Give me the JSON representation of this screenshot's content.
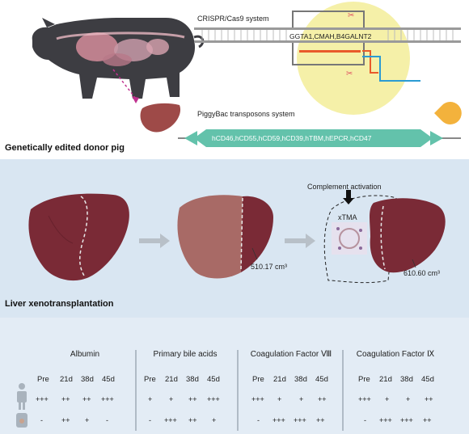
{
  "top": {
    "crispr_label": "CRISPR/Cas9 system",
    "genes_label": "GGTA1,CMAH,B4GALNT2",
    "piggybac_label": "PiggyBac transposons system",
    "transgenes_label": "hCD46,hCD55,hCD59,hCD39,hTBM,hEPCR,hCD47",
    "section_title": "Genetically edited donor pig"
  },
  "middle": {
    "complement_label": "Complement activation",
    "xtma_label": "xTMA",
    "volume1": "510.17 cm³",
    "volume2": "610.60 cm³",
    "section_title": "Liver xenotransplantation"
  },
  "table": {
    "columns": [
      {
        "title": "Albumin",
        "headers": [
          "Pre",
          "21d",
          "38d",
          "45d"
        ],
        "human": [
          "+++",
          "++",
          "++",
          "+++"
        ],
        "pig": [
          "-",
          "++",
          "+",
          "-"
        ]
      },
      {
        "title": "Primary bile acids",
        "headers": [
          "Pre",
          "21d",
          "38d",
          "45d"
        ],
        "human": [
          "+",
          "+",
          "++",
          "+++"
        ],
        "pig": [
          "-",
          "+++",
          "++",
          "+"
        ]
      },
      {
        "title": "Coagulation Factor Ⅷ",
        "headers": [
          "Pre",
          "21d",
          "38d",
          "45d"
        ],
        "human": [
          "+++",
          "+",
          "+",
          "++"
        ],
        "pig": [
          "-",
          "+++",
          "+++",
          "++"
        ]
      },
      {
        "title": "Coagulation Factor Ⅸ",
        "headers": [
          "Pre",
          "21d",
          "38d",
          "45d"
        ],
        "human": [
          "+++",
          "+",
          "+",
          "++"
        ],
        "pig": [
          "-",
          "+++",
          "+++",
          "++"
        ]
      }
    ]
  },
  "colors": {
    "liver": "#7a2a36",
    "liver_graft": "#a86a66",
    "arrow_teal": "#63c2ab",
    "highlight_yellow": "#f5f0a8",
    "pig_body": "#3d3d42"
  }
}
